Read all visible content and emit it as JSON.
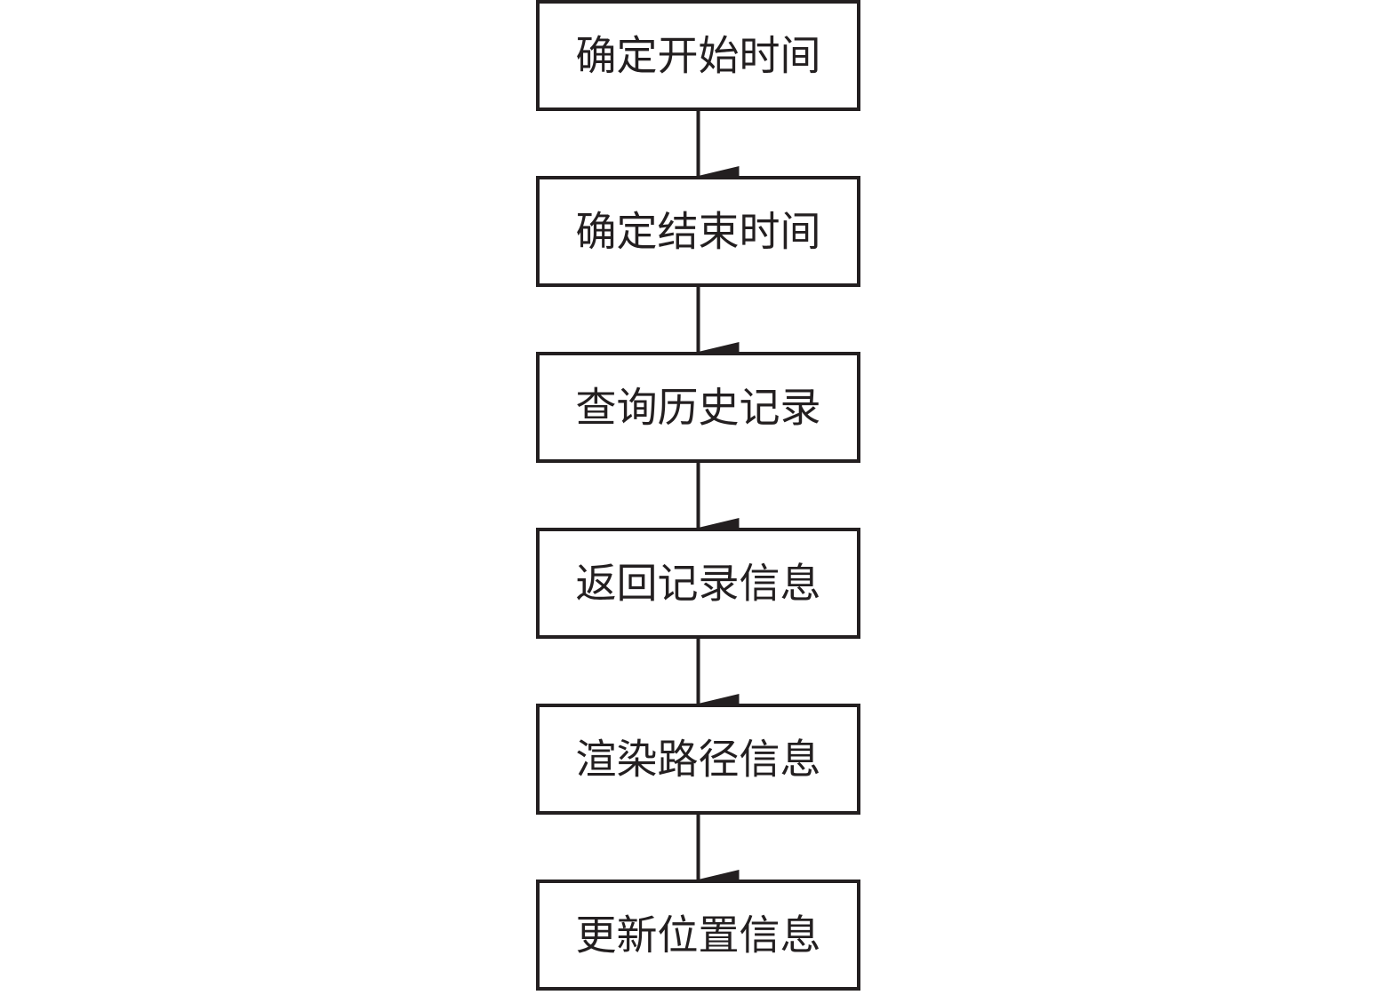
{
  "flowchart": {
    "steps": [
      {
        "label": "确定开始时间"
      },
      {
        "label": "确定结束时间"
      },
      {
        "label": "查询历史记录"
      },
      {
        "label": "返回记录信息"
      },
      {
        "label": "渲染路径信息"
      },
      {
        "label": "更新位置信息"
      }
    ],
    "colors": {
      "stroke": "#231f20",
      "text": "#231f20",
      "background": "#ffffff"
    }
  }
}
